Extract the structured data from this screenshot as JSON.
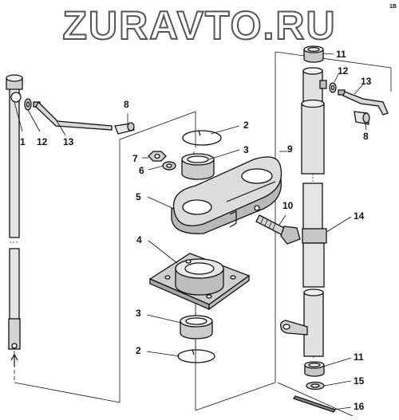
{
  "watermark": "ZURAVTO.RU",
  "corner_mark": "1B",
  "callouts": {
    "l1": "1",
    "l12a": "12",
    "l13a": "13",
    "l8a": "8",
    "l2a": "2",
    "l7": "7",
    "l3a": "3",
    "l6": "6",
    "l9": "9",
    "l5": "5",
    "l10": "10",
    "l4": "4",
    "l3b": "3",
    "l2b": "2",
    "l11a": "11",
    "l12b": "12",
    "l13b": "13",
    "l8b": "8",
    "l14": "14",
    "l11b": "11",
    "l15": "15",
    "l16": "16"
  },
  "colors": {
    "line": "#111111",
    "part_fill": "#dddddd",
    "part_dark": "#bbbbbb"
  }
}
